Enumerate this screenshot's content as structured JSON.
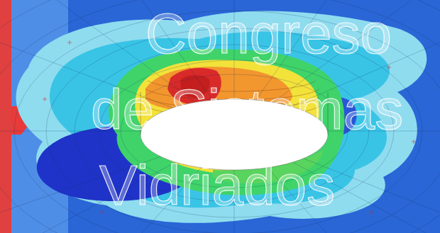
{
  "diagram": {
    "labels": [
      "Congreso",
      "de Sistemas",
      "Vidriados"
    ]
  }
}
